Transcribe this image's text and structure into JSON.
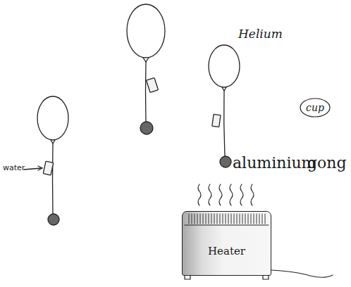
{
  "diagram": {
    "nodes": [
      {
        "text": [
          "cup"
        ]
      },
      {
        "text": [
          "Heater"
        ]
      }
    ],
    "labels": [
      "water",
      "Helium",
      "aluminium",
      "gong"
    ]
  }
}
